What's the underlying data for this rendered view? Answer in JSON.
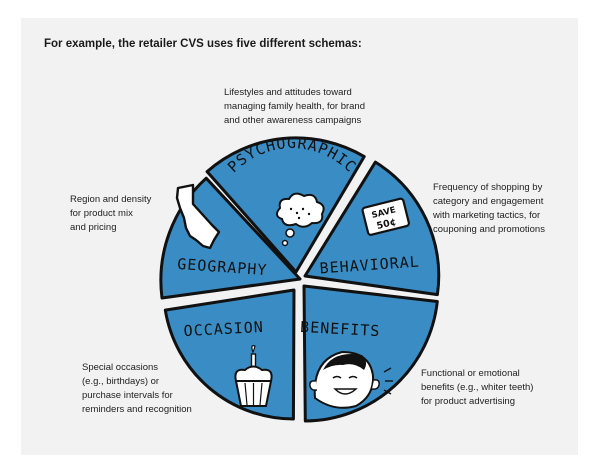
{
  "intro": "For example, the retailer CVS uses five different schemas:",
  "notes": {
    "psychographic": [
      "Lifestyles and attitudes toward",
      "managing family health, for brand",
      "and other awareness campaigns"
    ],
    "geography": [
      "Region and density",
      "for product mix",
      "and pricing"
    ],
    "behavioral": [
      "Frequency of shopping by",
      "category and engagement",
      "with marketing tactics, for",
      "couponing and promotions"
    ],
    "occasion": [
      "Special occasions",
      "(e.g., birthdays) or",
      "purchase intervals for",
      "reminders and recognition"
    ],
    "benefits": [
      "Functional or emotional",
      "benefits (e.g., whiter teeth)",
      "for product advertising"
    ]
  },
  "segments": {
    "psychographic": "PSYCHOGRAPHIC",
    "geography": "GEOGRAPHY",
    "behavioral": "BEHAVIORAL",
    "occasion": "OCCASION",
    "benefits": "BENEFITS"
  },
  "coupon": [
    "SAVE",
    "50¢"
  ],
  "colors": {
    "segment": "#3a8dc4",
    "outline": "#111111",
    "background": "#f2f2f2"
  }
}
